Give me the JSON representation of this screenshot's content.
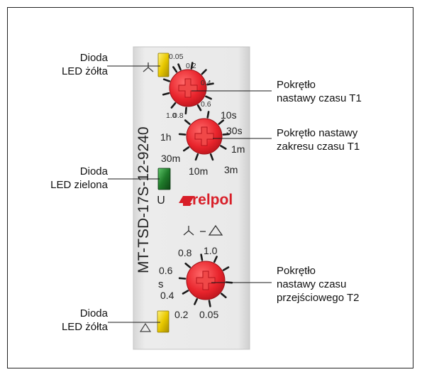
{
  "device": {
    "model": "MT-TSD-17S-12-9240",
    "brand": "relpol",
    "u_label": "U",
    "switch_symbol": "⅄ – △",
    "colors": {
      "housing": "#e4e4e4",
      "knob_red": "#e8242c",
      "led_yellow": "#e8c800",
      "led_green": "#1f7a2a",
      "brand_red": "#d81e28"
    }
  },
  "dial_t1_time": {
    "scale": [
      "0.05",
      "0.2",
      "0.4",
      "0.6",
      "0.8",
      "1.0"
    ]
  },
  "dial_t1_range": {
    "scale": [
      "10s",
      "30s",
      "1m",
      "3m",
      "10m",
      "30m",
      "1h"
    ]
  },
  "dial_t2": {
    "unit": "s",
    "scale": [
      "1.0",
      "0.8",
      "0.6",
      "0.4",
      "0.2",
      "0.05"
    ]
  },
  "labels": {
    "led_top": [
      "Dioda",
      "LED żółta"
    ],
    "led_green": [
      "Dioda",
      "LED zielona"
    ],
    "led_bottom": [
      "Dioda",
      "LED żółta"
    ],
    "knob_t1": [
      "Pokrętło",
      "nastawy czasu T1"
    ],
    "knob_range": [
      "Pokrętło nastawy",
      "zakresu czasu T1"
    ],
    "knob_t2": [
      "Pokrętło",
      "nastawy czasu",
      "przejściowego T2"
    ]
  }
}
